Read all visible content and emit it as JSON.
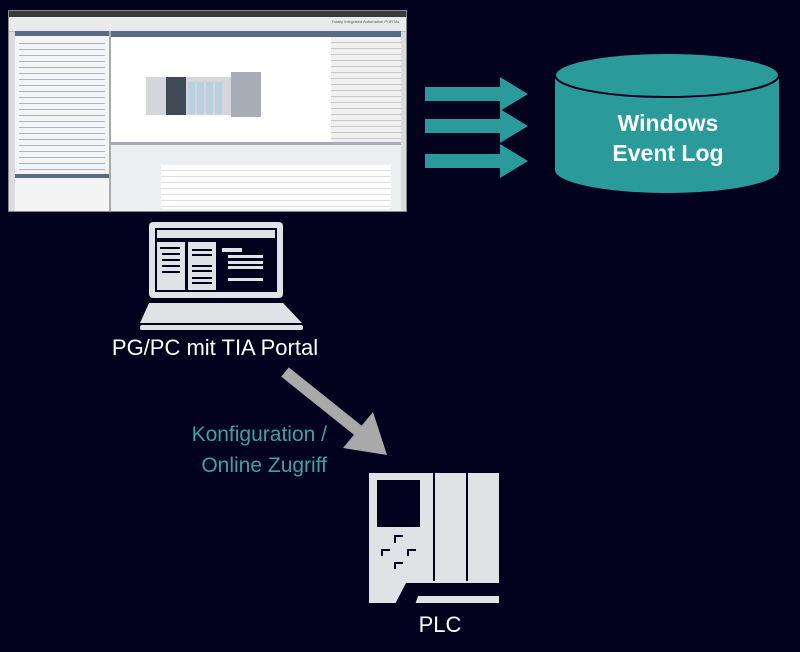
{
  "screenshot": {
    "product_label": "Totally Integrated Automation PORTAL"
  },
  "database": {
    "title": "Windows Event Log"
  },
  "pc": {
    "label": "PG/PC mit TIA Portal"
  },
  "link": {
    "line1": "Konfiguration /",
    "line2": "Online Zugriff"
  },
  "plc": {
    "label": "PLC"
  },
  "colors": {
    "background": "#02021e",
    "teal": "#2b9a9a",
    "icon": "#e1e2e6",
    "arrow_gray": "#a9a9a9"
  }
}
